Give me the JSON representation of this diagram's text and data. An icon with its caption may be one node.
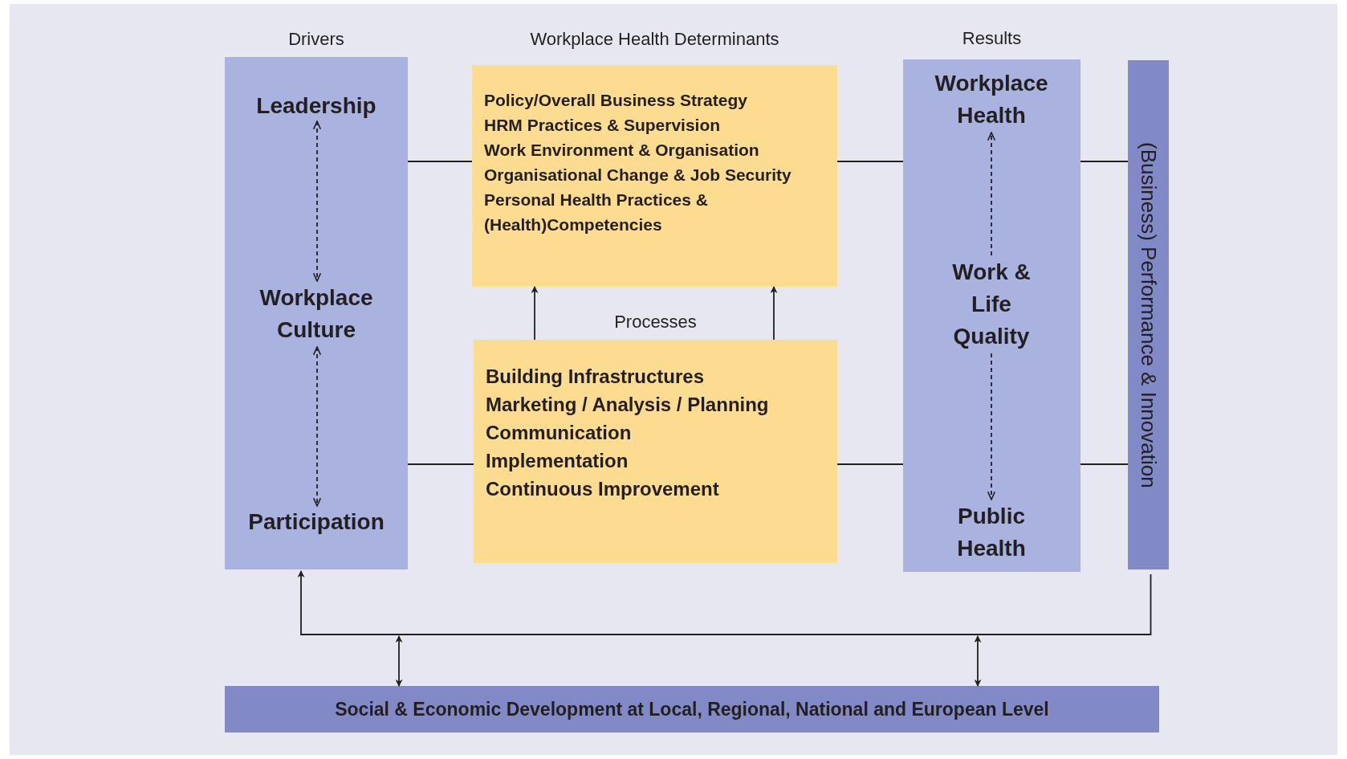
{
  "diagram": {
    "nodes": [
      {
        "text": [
          "Drivers"
        ]
      },
      {
        "text": [
          "Leadership"
        ],
        "in": 0
      },
      {
        "text": [
          "Workplace Culture"
        ],
        "in": 0
      },
      {
        "text": [
          "Participation"
        ],
        "in": 0
      },
      {
        "text": [
          "Workplace Health Determinants",
          "Policy/Overall Business Strategy",
          "HRM Practices & Supervision",
          "Work Environment & Organisation",
          "Organisational Change & Job Security",
          "Personal Health Practices & (Health)Competencies"
        ]
      },
      {
        "text": [
          "Processes",
          "Building Infrastructures",
          "Marketing / Analysis / Planning",
          "Communication",
          "Implementation",
          "Continuous Improvement"
        ]
      },
      {
        "text": [
          "Results"
        ]
      },
      {
        "text": [
          "Workplace Health"
        ],
        "in": 6
      },
      {
        "text": [
          "Work & Life Quality"
        ],
        "in": 6
      },
      {
        "text": [
          "Public Health"
        ],
        "in": 6
      },
      {
        "text": [
          "(Business) Performance & Innovation"
        ]
      },
      {
        "text": [
          "Social & Economic Development at Local, Regional, National and European Level"
        ]
      }
    ],
    "edges": [
      {
        "from": 1,
        "to": 2,
        "arrow": "both",
        "style": "dashed"
      },
      {
        "from": 2,
        "to": 3,
        "arrow": "both",
        "style": "dashed"
      },
      {
        "from": 8,
        "to": 7,
        "arrow": "to",
        "style": "dashed"
      },
      {
        "from": 8,
        "to": 9,
        "arrow": "to",
        "style": "dashed"
      },
      {
        "from": 0,
        "to": 4,
        "arrow": "none"
      },
      {
        "from": 0,
        "to": 5,
        "arrow": "none"
      },
      {
        "from": 4,
        "to": 6,
        "arrow": "none"
      },
      {
        "from": 5,
        "to": 6,
        "arrow": "none"
      },
      {
        "from": 6,
        "to": 10,
        "arrow": "none"
      },
      {
        "from": 6,
        "to": 10,
        "arrow": "none"
      },
      {
        "from": 5,
        "to": 4,
        "arrow": "to"
      },
      {
        "from": 5,
        "to": 4,
        "arrow": "to"
      },
      {
        "from": 10,
        "to": 0,
        "arrow": "to"
      },
      {
        "from": null,
        "to": 11,
        "arrow": "both"
      },
      {
        "from": null,
        "to": 11,
        "arrow": "both"
      }
    ]
  }
}
